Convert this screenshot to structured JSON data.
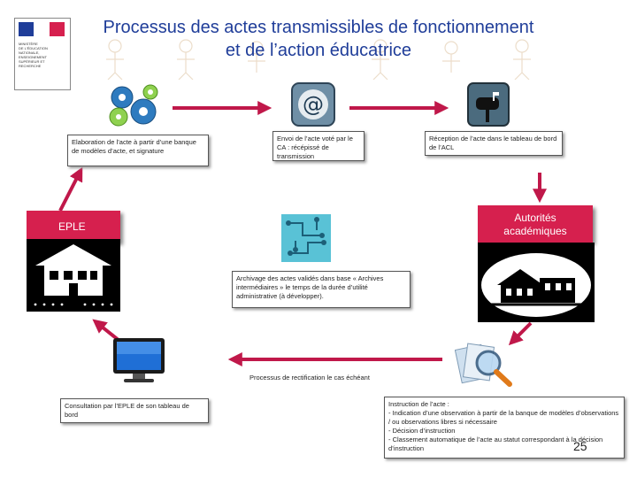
{
  "slide": {
    "title_line1": "Processus des actes transmissibles de fonctionnement",
    "title_line2": "et de l’action éducatrice",
    "page_number": "25"
  },
  "logo": {
    "lines": [
      "MINISTÈRE",
      "DE L'ÉDUCATION",
      "NATIONALE,",
      "ENSEIGNEMENT",
      "SUPÉRIEUR ET",
      "RECHERCHE"
    ],
    "flag_colors": [
      "#1f3d99",
      "#ffffff",
      "#d6204e"
    ]
  },
  "steps": {
    "elaboration": "Elaboration de l’acte à partir d’une banque de modèles d’acte, et signature",
    "envoi": "Envoi de l’acte voté par le CA : récépissé de transmission",
    "reception": "Réception de l’acte dans le tableau de bord de l’ACL",
    "archivage": "Archivage des actes validés dans base « Archives intermédiaires » le temps de la durée d’utilité administrative (à développer).",
    "rectification": "Processus de rectification le cas échéant",
    "consultation": "Consultation par l’EPLE de son tableau de bord",
    "instruction_title": "Instruction de l’acte :",
    "instruction_lines": [
      "- Indication d’une observation à partir de la banque de modèles d’observations / ou observations libres si nécessaire",
      "- Décision d’instruction",
      "- Classement automatique de l’acte au statut correspondant à la décision d’instruction"
    ]
  },
  "labels": {
    "eple": "EPLE",
    "autorites_line1": "Autorités",
    "autorites_line2": "académiques"
  },
  "icons": [
    "gears-icon",
    "email-at-icon",
    "mailbox-icon",
    "house-icon",
    "circuit-icon",
    "school-building-icon",
    "computer-monitor-icon",
    "magnifier-icon"
  ],
  "colors": {
    "title": "#1f3d99",
    "arrow": "#c0184a",
    "label_bg": "#d6204e"
  }
}
